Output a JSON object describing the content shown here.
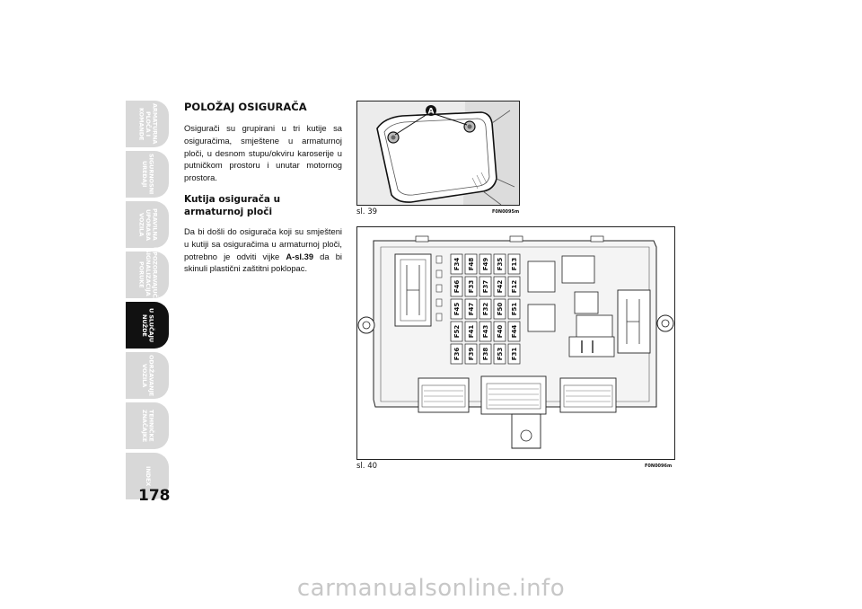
{
  "tabs": [
    {
      "label": "ARMATURNA\nPLOČA I\nKOMANDE",
      "active": false
    },
    {
      "label": "SIGURNOSNI\nUREĐAJI",
      "active": false
    },
    {
      "label": "PRAVILNA\nUPORABA\nVOZILA",
      "active": false
    },
    {
      "label": "UPOZORAVAJUĆA\nSIGNALIZACIJA I\nPORUKE",
      "active": false
    },
    {
      "label": "U SLUČAJU\nNUŽDE",
      "active": true
    },
    {
      "label": "ODRŽAVANJE\nVOZILA",
      "active": false
    },
    {
      "label": "TEHNIČKE\nZNAČAJKE",
      "active": false
    },
    {
      "label": "INDEX",
      "active": false
    }
  ],
  "page_number": "178",
  "section": {
    "title": "POLOŽAJ OSIGURAČA",
    "intro": "Osigurači su grupirani u tri kutije sa osiguračima, smještene u armaturnoj ploči, u desnom stupu/okviru karoserije u putničkom prostoru i unutar motornog prostora.",
    "subtitle": "Kutija osigurača u armaturnoj ploči",
    "body_pre": "Da bi došli do osigurača koji su smješteni u kutiji sa osiguračima u armaturnoj ploči, potrebno je odviti vijke ",
    "body_ref": "A-sl.39",
    "body_post": " da bi skinuli plastični zaštitni poklopac."
  },
  "figure39": {
    "caption": "sl. 39",
    "code": "F0N0095m",
    "marker": "A"
  },
  "figure40": {
    "caption": "sl. 40",
    "code": "F0N0096m",
    "fuse_columns": [
      [
        "F36",
        "F52",
        "F45",
        "F46",
        "F34"
      ],
      [
        "F39",
        "F41",
        "F47",
        "F33",
        "F48"
      ],
      [
        "F38",
        "F43",
        "F32",
        "F37",
        "F49"
      ],
      [
        "F53",
        "F40",
        "F50",
        "F42",
        "F35"
      ],
      [
        "F31",
        "F44",
        "F51",
        "F12",
        "F13"
      ]
    ]
  },
  "watermark": "carmanualsonline.info"
}
